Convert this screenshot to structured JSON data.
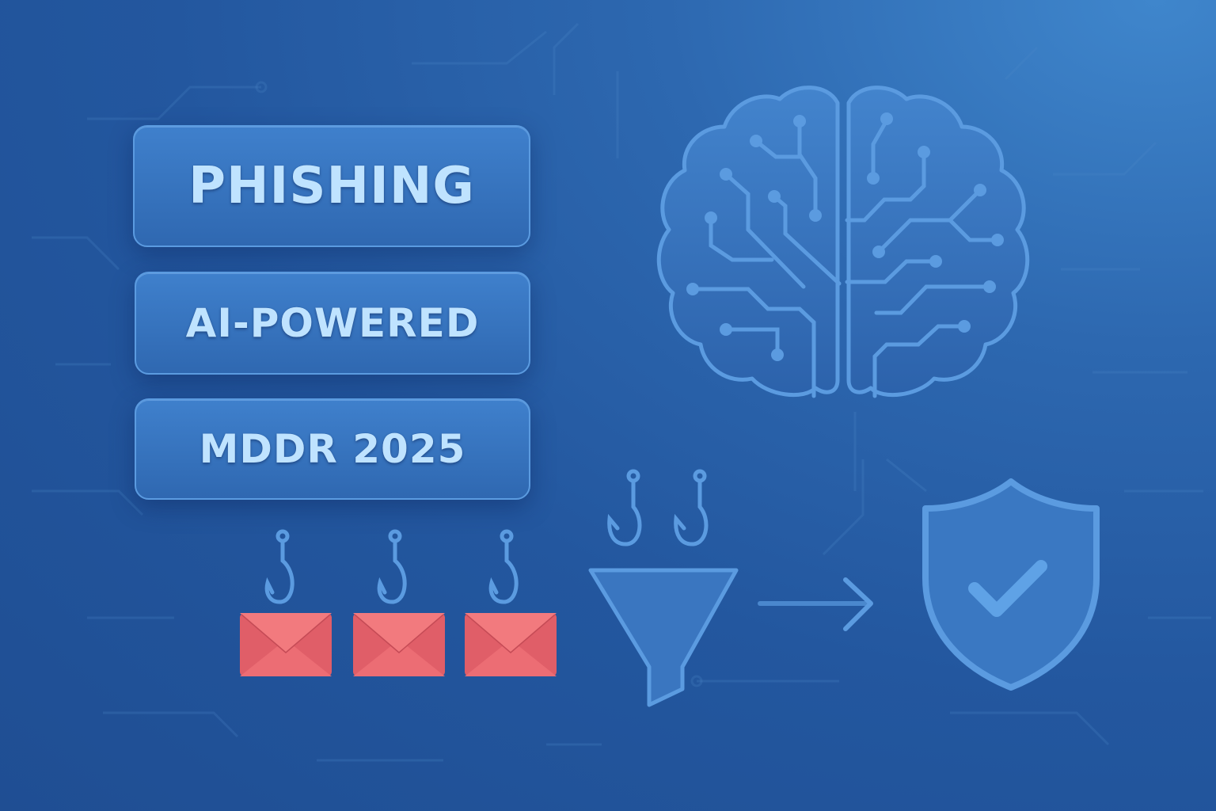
{
  "labels": {
    "title": "PHISHING",
    "subtitle": "AI-POWERED",
    "tag": "MDDR 2025"
  },
  "icons": {
    "brain": "circuit-brain-icon",
    "hooks_on_emails": [
      "fish-hook-icon",
      "fish-hook-icon",
      "fish-hook-icon"
    ],
    "emails": [
      "envelope-icon",
      "envelope-icon",
      "envelope-icon"
    ],
    "hooks_into_filter": [
      "fish-hook-icon",
      "fish-hook-icon"
    ],
    "filter": "funnel-icon",
    "arrow": "arrow-right-icon",
    "shield": "shield-check-icon"
  },
  "colors": {
    "background": "#23579f",
    "accent": "#5b9be0",
    "text": "#bfe3ff",
    "envelope": "#e35f68",
    "icon_stroke": "#5b9be0"
  }
}
